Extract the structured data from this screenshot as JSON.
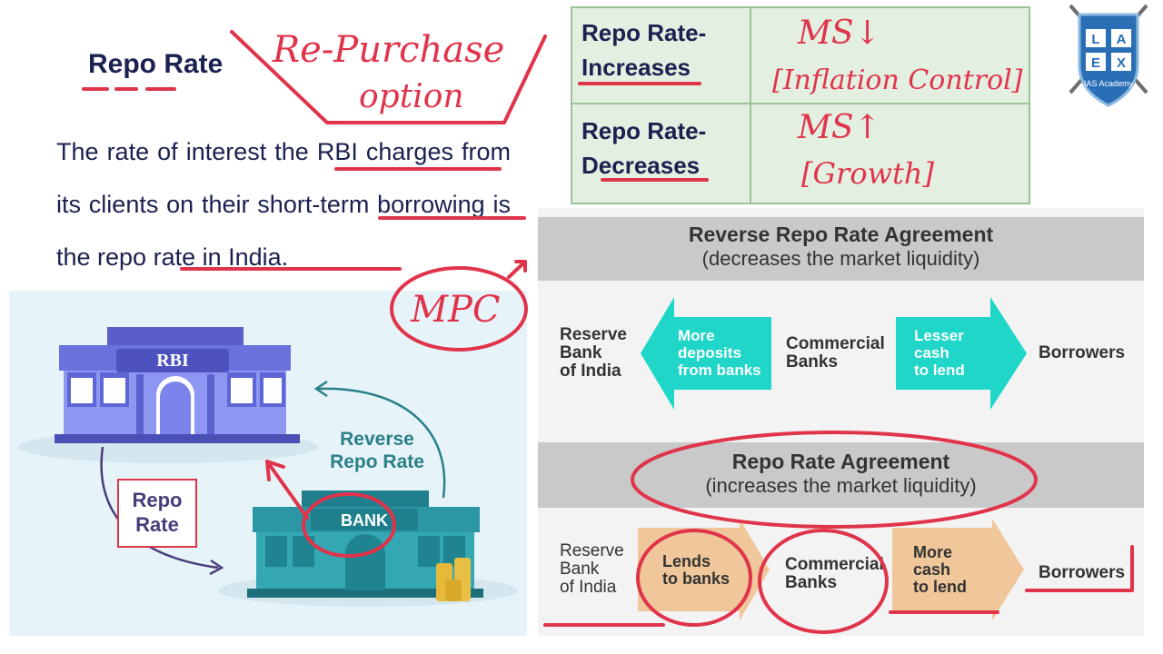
{
  "left": {
    "title": "Repo Rate",
    "definition": "The rate of interest the RBI charges from its clients on their short-term borrowing is the repo rate in India."
  },
  "annotations": {
    "repurchase_line1": "Re-Purchase",
    "repurchase_line2": "option",
    "mpc": "MPC",
    "ms_down": "MS↓",
    "inflation_control": "[Inflation Control]",
    "ms_up": "MS↑",
    "growth": "[Growth]"
  },
  "table": {
    "row1_label_line1": "Repo Rate-",
    "row1_label_line2": "Increases",
    "row2_label_line1": "Repo Rate-",
    "row2_label_line2": "Decreases"
  },
  "illustration": {
    "rbi_label": "RBI",
    "bank_label": "BANK",
    "repo_rate_line1": "Repo",
    "repo_rate_line2": "Rate",
    "reverse_line1": "Reverse",
    "reverse_line2": "Repo Rate"
  },
  "diagram": {
    "reverse": {
      "title": "Reverse Repo Rate Agreement",
      "subtitle": "(decreases the market liquidity)",
      "rbi_line1": "Reserve",
      "rbi_line2": "Bank",
      "rbi_line3": "of India",
      "arrow1_line1": "More",
      "arrow1_line2": "deposits",
      "arrow1_line3": "from banks",
      "banks_line1": "Commercial",
      "banks_line2": "Banks",
      "arrow2_line1": "Lesser",
      "arrow2_line2": "cash",
      "arrow2_line3": "to lend",
      "borrowers": "Borrowers"
    },
    "repo": {
      "title": "Repo Rate Agreement",
      "subtitle": "(increases the market liquidity)",
      "rbi_line1": "Reserve",
      "rbi_line2": "Bank",
      "rbi_line3": "of India",
      "arrow1_line1": "Lends",
      "arrow1_line2": "to banks",
      "banks_line1": "Commercial",
      "banks_line2": "Banks",
      "arrow2_line1": "More",
      "arrow2_line2": "cash",
      "arrow2_line3": "to lend",
      "borrowers": "Borrowers"
    }
  },
  "logo": {
    "letters": [
      "L",
      "A",
      "E",
      "X"
    ],
    "caption": "IAS Academy"
  },
  "colors": {
    "ink_red": "#e0344b",
    "navy": "#1b2150",
    "table_green": "#e3efe0",
    "teal_arrow": "#1fd6c8",
    "tan_arrow": "#efc79a"
  }
}
